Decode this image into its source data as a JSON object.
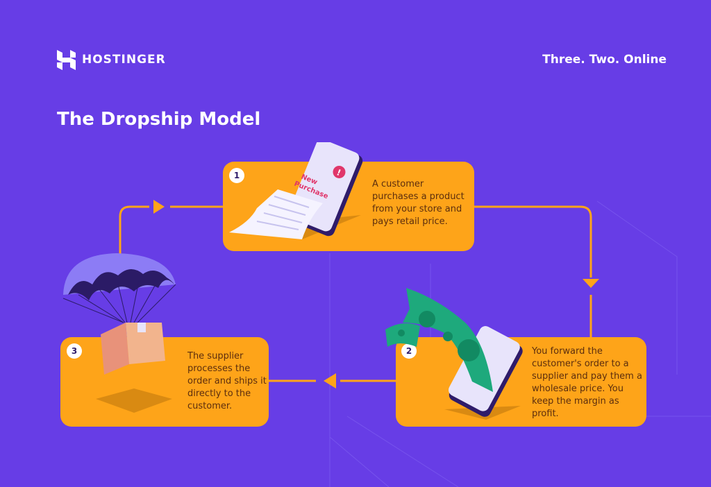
{
  "header": {
    "brand": "HOSTINGER",
    "tagline": "Three. Two. Online"
  },
  "title": "The Dropship Model",
  "steps": [
    {
      "number": "1",
      "text": "A customer purchases a product from your store and pays retail price.",
      "illustration_text": [
        "New",
        "Purchase"
      ]
    },
    {
      "number": "2",
      "text": "You forward the customer's order to a supplier and pay them a wholesale price. You keep the margin as profit."
    },
    {
      "number": "3",
      "text": "The supplier processes the order and ships it directly to the customer."
    }
  ],
  "colors": {
    "background": "#673de6",
    "box": "#fea419",
    "text": "#5c2e0e",
    "money": "#1ea97c"
  }
}
